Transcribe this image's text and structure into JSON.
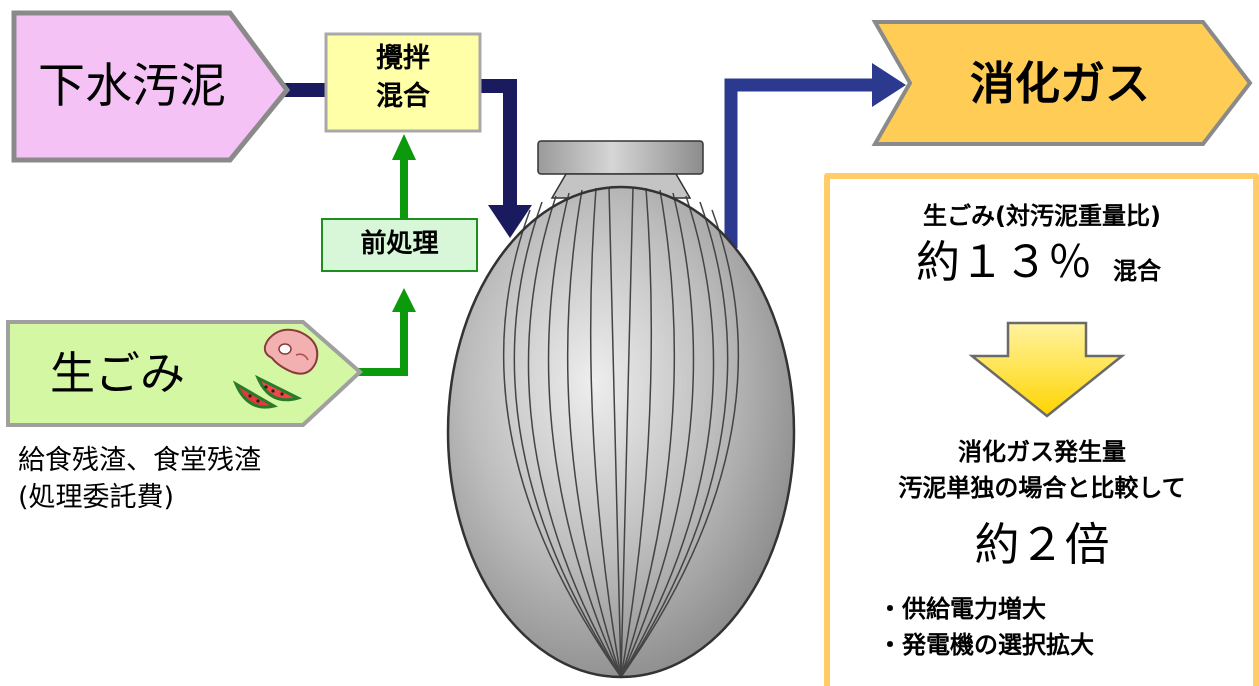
{
  "inputs": {
    "sewage_label": "下水汚泥",
    "food_waste_label": "生ごみ",
    "food_waste_source_line1": "給食残渣、食堂残渣",
    "food_waste_source_line2": "(処理委託費)"
  },
  "process": {
    "mixing_line1": "攪拌",
    "mixing_line2": "混合",
    "pretreatment_label": "前処理"
  },
  "output": {
    "digestion_gas_label": "消化ガス"
  },
  "results_panel": {
    "ratio_caption": "生ごみ(対汚泥重量比)",
    "ratio_value": "約１３％",
    "ratio_suffix": "混合",
    "gas_line1": "消化ガス発生量",
    "gas_line2": "汚泥単独の場合と比較して",
    "gas_multiplier": "約２倍",
    "benefit_1": "・供給電力増大",
    "benefit_2": "・発電機の選択拡大"
  },
  "colors": {
    "sewage_fill": "#f5c2f5",
    "mixing_fill": "#ffffa8",
    "pretreatment_fill": "#d8f7d8",
    "food_waste_fill": "#d4f7a4",
    "gas_fill": "#ffcc55",
    "panel_border": "#ffcc66",
    "navy_flow": "#1a1a5e",
    "blue_flow": "#2b3a8f",
    "green_flow": "#0c9a0c",
    "down_arrow_fill": "#ffe600"
  },
  "icons": [
    "meat-icon",
    "watermelon-icon",
    "digester-tank-icon",
    "down-arrow-icon"
  ]
}
